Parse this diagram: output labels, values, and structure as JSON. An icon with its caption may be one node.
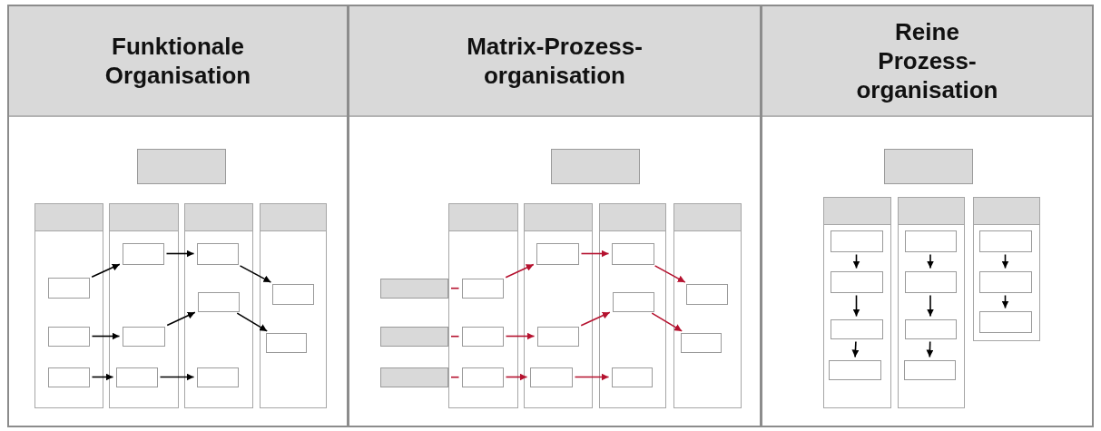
{
  "diagram": {
    "nodes": [
      {
        "text": [
          "Funktionale Organisation"
        ]
      },
      {
        "text": [],
        "shape": "box",
        "in": 0
      },
      {
        "text": [],
        "shape": "box",
        "in": 0
      },
      {
        "text": [],
        "shape": "box",
        "in": 2
      },
      {
        "text": [],
        "shape": "box",
        "in": 2
      },
      {
        "text": [],
        "shape": "box",
        "in": 2
      },
      {
        "text": [],
        "shape": "box",
        "in": 0
      },
      {
        "text": [],
        "shape": "box",
        "in": 6
      },
      {
        "text": [],
        "shape": "box",
        "in": 6
      },
      {
        "text": [],
        "shape": "box",
        "in": 6
      },
      {
        "text": [],
        "shape": "box",
        "in": 0
      },
      {
        "text": [],
        "shape": "box",
        "in": 10
      },
      {
        "text": [],
        "shape": "box",
        "in": 10
      },
      {
        "text": [],
        "shape": "box",
        "in": 10
      },
      {
        "text": [],
        "shape": "box",
        "in": 0
      },
      {
        "text": [],
        "shape": "box",
        "in": 14
      },
      {
        "text": [],
        "shape": "box",
        "in": 14
      },
      {
        "text": [
          "Matrix-Prozess- organisation"
        ]
      },
      {
        "text": [],
        "shape": "box",
        "in": 17
      },
      {
        "text": [],
        "shape": "box",
        "in": 17
      },
      {
        "text": [],
        "shape": "box",
        "in": 17
      },
      {
        "text": [],
        "shape": "box",
        "in": 17
      },
      {
        "text": [],
        "shape": "box",
        "in": 17
      },
      {
        "text": [],
        "shape": "box",
        "in": 22
      },
      {
        "text": [],
        "shape": "box",
        "in": 22
      },
      {
        "text": [],
        "shape": "box",
        "in": 22
      },
      {
        "text": [],
        "shape": "box",
        "in": 17
      },
      {
        "text": [],
        "shape": "box",
        "in": 26
      },
      {
        "text": [],
        "shape": "box",
        "in": 26
      },
      {
        "text": [],
        "shape": "box",
        "in": 26
      },
      {
        "text": [],
        "shape": "box",
        "in": 17
      },
      {
        "text": [],
        "shape": "box",
        "in": 30
      },
      {
        "text": [],
        "shape": "box",
        "in": 30
      },
      {
        "text": [],
        "shape": "box",
        "in": 30
      },
      {
        "text": [],
        "shape": "box",
        "in": 17
      },
      {
        "text": [],
        "shape": "box",
        "in": 34
      },
      {
        "text": [],
        "shape": "box",
        "in": 34
      },
      {
        "text": [
          "Reine Prozess- organisation"
        ]
      },
      {
        "text": [],
        "shape": "box",
        "in": 37
      },
      {
        "text": [],
        "shape": "box",
        "in": 37
      },
      {
        "text": [],
        "shape": "box",
        "in": 39
      },
      {
        "text": [],
        "shape": "box",
        "in": 39
      },
      {
        "text": [],
        "shape": "box",
        "in": 39
      },
      {
        "text": [],
        "shape": "box",
        "in": 39
      },
      {
        "text": [],
        "shape": "box",
        "in": 37
      },
      {
        "text": [],
        "shape": "box",
        "in": 44
      },
      {
        "text": [],
        "shape": "box",
        "in": 44
      },
      {
        "text": [],
        "shape": "box",
        "in": 44
      },
      {
        "text": [],
        "shape": "box",
        "in": 44
      },
      {
        "text": [],
        "shape": "box",
        "in": 37
      },
      {
        "text": [],
        "shape": "box",
        "in": 49
      },
      {
        "text": [],
        "shape": "box",
        "in": 49
      },
      {
        "text": [],
        "shape": "box",
        "in": 49
      }
    ],
    "edges": [
      {
        "from": 3,
        "to": 7,
        "arrow": "to"
      },
      {
        "from": 4,
        "to": 8,
        "arrow": "to"
      },
      {
        "from": 5,
        "to": 9,
        "arrow": "to"
      },
      {
        "from": 7,
        "to": 11,
        "arrow": "to"
      },
      {
        "from": 8,
        "to": 12,
        "arrow": "to"
      },
      {
        "from": 9,
        "to": 13,
        "arrow": "to"
      },
      {
        "from": 11,
        "to": 15,
        "arrow": "to"
      },
      {
        "from": 12,
        "to": 16,
        "arrow": "to"
      },
      {
        "from": 19,
        "to": 23,
        "arrow": "none",
        "color": "#b5122f"
      },
      {
        "from": 20,
        "to": 24,
        "arrow": "none",
        "color": "#b5122f"
      },
      {
        "from": 21,
        "to": 25,
        "arrow": "none",
        "color": "#b5122f"
      },
      {
        "from": 23,
        "to": 27,
        "arrow": "to",
        "color": "#b5122f"
      },
      {
        "from": 24,
        "to": 28,
        "arrow": "to",
        "color": "#b5122f"
      },
      {
        "from": 25,
        "to": 29,
        "arrow": "to",
        "color": "#b5122f"
      },
      {
        "from": 27,
        "to": 31,
        "arrow": "to",
        "color": "#b5122f"
      },
      {
        "from": 28,
        "to": 32,
        "arrow": "to",
        "color": "#b5122f"
      },
      {
        "from": 29,
        "to": 33,
        "arrow": "to",
        "color": "#b5122f"
      },
      {
        "from": 31,
        "to": 35,
        "arrow": "to",
        "color": "#b5122f"
      },
      {
        "from": 32,
        "to": 36,
        "arrow": "to",
        "color": "#b5122f"
      },
      {
        "from": 40,
        "to": 41,
        "arrow": "to"
      },
      {
        "from": 41,
        "to": 42,
        "arrow": "to"
      },
      {
        "from": 42,
        "to": 43,
        "arrow": "to"
      },
      {
        "from": 45,
        "to": 46,
        "arrow": "to"
      },
      {
        "from": 46,
        "to": 47,
        "arrow": "to"
      },
      {
        "from": 47,
        "to": 48,
        "arrow": "to"
      },
      {
        "from": 50,
        "to": 51,
        "arrow": "to"
      },
      {
        "from": 51,
        "to": 52,
        "arrow": "to"
      }
    ]
  }
}
